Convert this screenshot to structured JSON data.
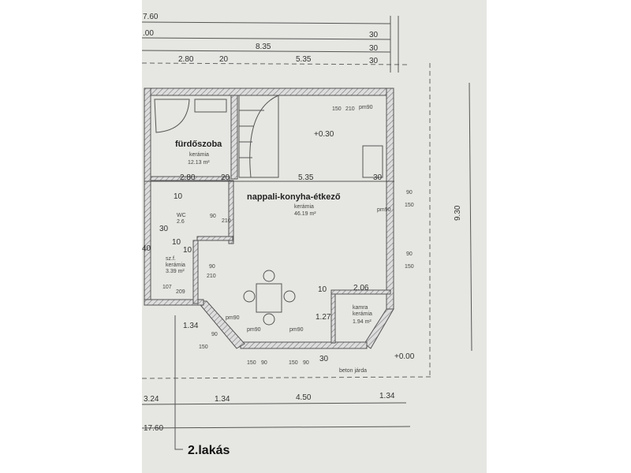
{
  "top_dims": {
    "total_a": "7.60",
    "total_b": ".00",
    "mid": "8.35",
    "left": "2.80",
    "gap": "20",
    "right": "5.35",
    "r1": "30",
    "r2": "30",
    "r3": "30"
  },
  "rooms": {
    "bath": {
      "name": "fürdőszoba",
      "floor": "kerámia",
      "area": "12.13 m²"
    },
    "living": {
      "name": "nappali-konyha-étkező",
      "floor": "kerámia",
      "area": "46.19 m²"
    },
    "storage": {
      "name": "sz.f.",
      "floor": "kerámia",
      "area": "3.39 m²"
    },
    "pantry": {
      "name": "kamra",
      "floor": "kerámia",
      "area": "1.94 m²"
    },
    "wc": {
      "name": "WC",
      "area": "2.6"
    }
  },
  "inner_dims": {
    "bath_w": "2.80",
    "wall": "20",
    "living_w": "5.35",
    "side": "30",
    "v10a": "10",
    "v30": "30",
    "v10b": "10",
    "v10c": "10",
    "v40": "40",
    "d90": "90",
    "d210": "210",
    "d90b": "90",
    "d210b": "210",
    "d150": "150",
    "d210c": "210",
    "d90c": "90",
    "d150b": "150",
    "d90d": "90",
    "d150c": "150",
    "d1_34": "1.34",
    "d1_27": "1.27",
    "d2_06": "2.06",
    "d10": "10",
    "d30": "30",
    "d107": "107",
    "d209": "209",
    "d90e": "90",
    "d150d": "150",
    "d150e": "150",
    "d90f": "90",
    "d150f": "150",
    "d90g": "90"
  },
  "windows": {
    "pm1": "pm90",
    "pm2": "pm90",
    "pm3": "pm90",
    "pm4": "pm90",
    "pm5": "pm90"
  },
  "levels": {
    "upper": "+0.30",
    "ground": "+0.00"
  },
  "bottom_dims": {
    "a": "3.24",
    "b": "1.34",
    "c": "4.50",
    "d": "1.34",
    "total": "17.60"
  },
  "side_dim": "9.30",
  "walkway": "beton járda",
  "apartment_label": "2.lakás",
  "colors": {
    "paper": "#e6e6e2",
    "line": "#555555"
  }
}
